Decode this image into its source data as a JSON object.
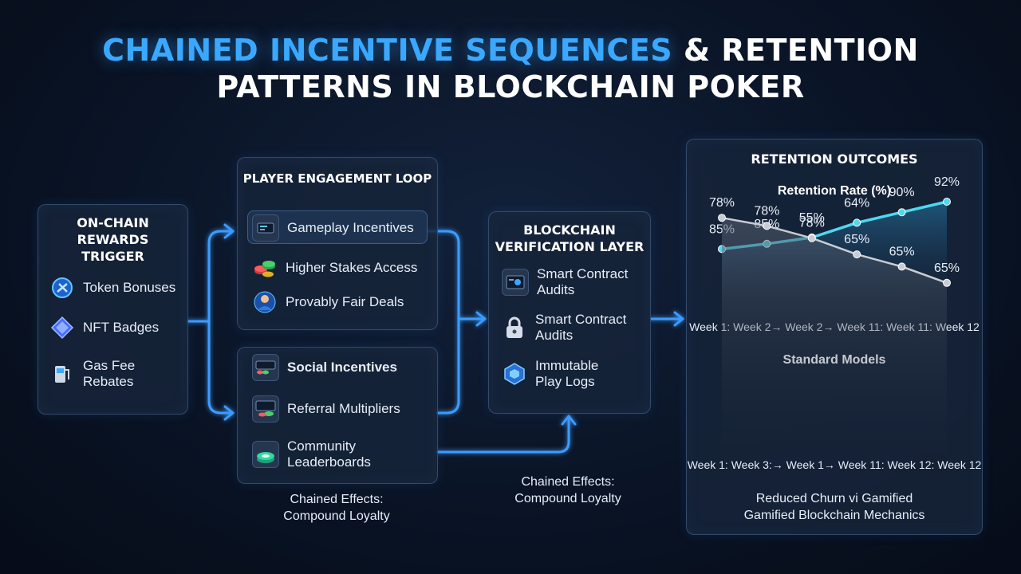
{
  "title": {
    "part1": "CHAINED INCENTIVE SEQUENCES",
    "part2": "& RETENTION",
    "line2": "PATTERNS IN BLOCKCHAIN POKER"
  },
  "rewards": {
    "title_lines": [
      "ON-CHAIN",
      "REWARDS",
      "TRIGGER"
    ],
    "items": [
      {
        "label": "Token Bonuses",
        "icon": "token-icon"
      },
      {
        "label": "NFT Badges",
        "icon": "diamond-icon"
      },
      {
        "label_lines": [
          "Gas Fee",
          "Rebates"
        ],
        "icon": "fuel-pump-icon"
      }
    ]
  },
  "loop": {
    "title": "PLAYER ENGAGEMENT LOOP",
    "items": [
      {
        "label": "Gameplay Incentives",
        "icon": "dashboard-icon"
      },
      {
        "label": "Higher Stakes Access",
        "icon": "poker-chips-icon"
      },
      {
        "label": "Provably Fair Deals",
        "icon": "player-icon"
      }
    ]
  },
  "social": {
    "title": "Social Incentives",
    "items": [
      {
        "label": "Referral Multipliers",
        "icon": "referral-icon"
      },
      {
        "label_lines": [
          "Community",
          "Leaderboards"
        ],
        "icon": "leaderboard-chips-icon"
      }
    ]
  },
  "verification": {
    "title_lines": [
      "BLOCKCHAIN",
      "VERIFICATION LAYER"
    ],
    "items": [
      {
        "label_lines": [
          "Smart Contract",
          "Audits"
        ],
        "icon": "contract-icon"
      },
      {
        "label_lines": [
          "Smart Contract",
          "Audits"
        ],
        "icon": "lock-icon"
      },
      {
        "label_lines": [
          "Immutable",
          "Play Logs"
        ],
        "icon": "cube-network-icon"
      }
    ]
  },
  "captions": {
    "left": [
      "Chained Effects:",
      "Compound Loyalty"
    ],
    "middle": [
      "Chained Effects:",
      "Compound Loyalty"
    ],
    "right": [
      "Reduced Churn vi Gamified",
      "Gamified Blockchain Mechanics"
    ]
  },
  "outcomes": {
    "title": "RETENTION OUTCOMES"
  },
  "chart_data": [
    {
      "type": "area",
      "title": "Retention Rate (%)",
      "x_label_text": "Week 1:  Week 2→ Week 2→ Week 11: Week 11: Week 12",
      "data_labels": [
        "85%",
        "85%",
        "55%",
        "64%",
        "90%",
        "92%"
      ],
      "values": [
        55,
        60,
        66,
        80,
        90,
        100
      ],
      "ylim": [
        0,
        100
      ],
      "color": "#4fd8f0"
    },
    {
      "type": "area",
      "title": "Standard Models",
      "x_label_text": "Week 1:  Week 3:→ Week 1→ Week 11: Week 12: Week 12",
      "data_labels": [
        "78%",
        "78%",
        "78%",
        "65%",
        "65%",
        "65%"
      ],
      "values": [
        78,
        76,
        73,
        69,
        66,
        62
      ],
      "ylim": [
        0,
        100
      ],
      "color": "#c9ccd3"
    }
  ],
  "colors": {
    "accent": "#3aa8ff",
    "connector": "#3d9cff",
    "growth_line": "#4fd8f0",
    "standard_line": "#c9ccd3"
  }
}
